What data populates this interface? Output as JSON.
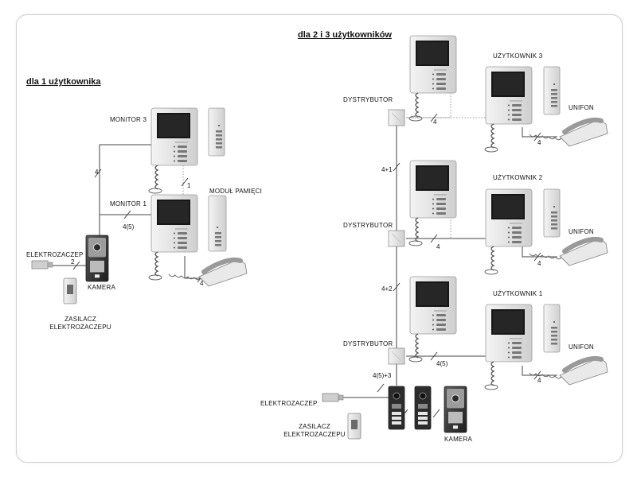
{
  "left": {
    "title": "dla 1 użytkownika",
    "monitor3": "MONITOR 3",
    "monitor1": "MONITOR 1",
    "memory_module": "MODUŁ PAMIĘCI",
    "electric_lock": "ELEKTROZACZEP",
    "camera": "KAMERA",
    "psu_line1": "ZASILACZ",
    "psu_line2": "ELEKTROZACZEPU",
    "wire_monitor3": "4",
    "wire_camera": "4(5)",
    "wire_between_monitors": "1",
    "wire_lock": "2",
    "wire_handset": "4"
  },
  "right": {
    "title": "dla 2 i 3 użytkowników",
    "user3": "UŻYTKOWNIK 3",
    "user2": "UŻYTKOWNIK 2",
    "user1": "UŻYTKOWNIK 1",
    "distributor": "DYSTRYBUTOR",
    "unifon": "UNIFON",
    "electric_lock": "ELEKTROZACZEP",
    "psu_line1": "ZASILACZ",
    "psu_line2": "ELEKTROZACZEPU",
    "camera": "KAMERA",
    "wire_top_dist": "4",
    "wire_top_unifon": "4",
    "wire_4plus1": "4+1",
    "wire_mid_dist": "4",
    "wire_mid_unifon": "4",
    "wire_4plus2": "4+2",
    "wire_bot_dist": "4(5)",
    "wire_bot_unifon": "4",
    "wire_camera": "4(5)+3"
  }
}
